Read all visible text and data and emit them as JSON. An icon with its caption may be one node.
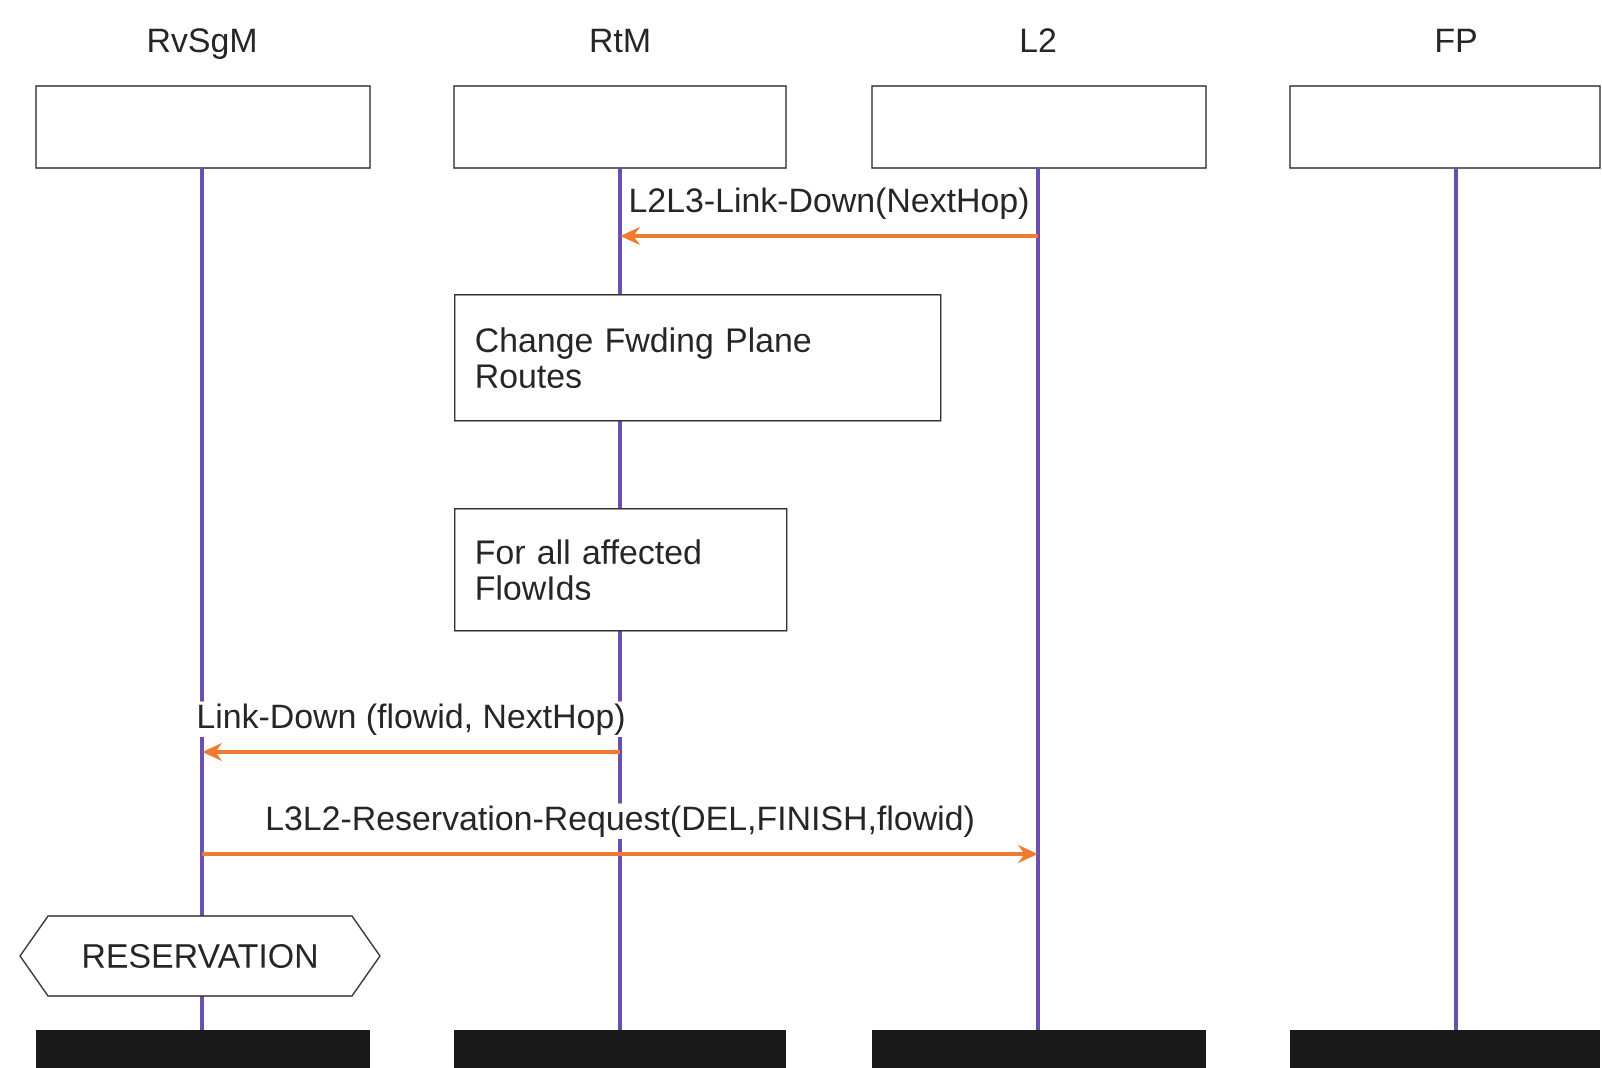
{
  "diagram": {
    "nodes": [
      {
        "text": [
          "RvSgM"
        ]
      },
      {
        "text": [
          "RtM"
        ]
      },
      {
        "text": [
          "L2"
        ]
      },
      {
        "text": [
          "FP"
        ]
      },
      {
        "text": [],
        "shape": "line"
      },
      {
        "text": [],
        "shape": "line"
      },
      {
        "text": [],
        "shape": "line"
      },
      {
        "text": [],
        "shape": "line"
      },
      {
        "text": [
          "Change Fwding Plane Routes"
        ]
      },
      {
        "text": [
          "For all affected FlowIds"
        ]
      },
      {
        "text": [
          "RESERVATION"
        ]
      },
      {
        "text": [],
        "shape": "bar"
      },
      {
        "text": [],
        "shape": "bar"
      },
      {
        "text": [],
        "shape": "bar"
      },
      {
        "text": [],
        "shape": "bar"
      }
    ],
    "edges": [
      {
        "from": 6,
        "to": 5,
        "arrow": "to",
        "label": "L2L3-Link-Down(NextHop)"
      },
      {
        "from": 5,
        "to": 4,
        "arrow": "to",
        "label": "Link-Down (flowid, NextHop)"
      },
      {
        "from": 4,
        "to": 6,
        "arrow": "to",
        "label": "L3L2-Reservation-Request(DEL,FINISH,flowid)"
      }
    ]
  }
}
